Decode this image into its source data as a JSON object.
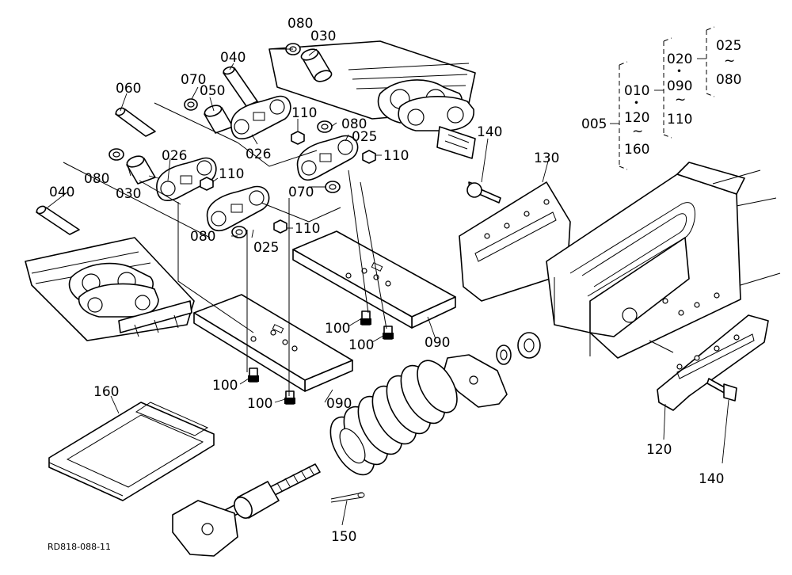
{
  "drawing_code": "RD818-088-11",
  "callouts": {
    "c080a": "080",
    "c030a": "030",
    "c040a": "040",
    "c070a": "070",
    "c050": "050",
    "c060": "060",
    "c110a": "110",
    "c080b": "080",
    "c025a": "025",
    "c026a": "026",
    "c110b": "110",
    "c026b": "026",
    "c080c": "080",
    "c030b": "030",
    "c110c": "110",
    "c070b": "070",
    "c040b": "040",
    "c080d": "080",
    "c110d": "110",
    "c025b": "025",
    "c140a": "140",
    "c130": "130",
    "c100a": "100",
    "c100b": "100",
    "c090a": "090",
    "c100c": "100",
    "c100d": "100",
    "c090b": "090",
    "c160": "160",
    "c120": "120",
    "c140b": "140",
    "c150": "150"
  },
  "tree": {
    "root": "005",
    "level1_top": "010",
    "level1_mid": "120",
    "level1_bot": "160",
    "level2_top": "020",
    "level2_mid": "090",
    "level2_bot": "110",
    "level3_top": "025",
    "level3_bot": "080",
    "dot": "・",
    "tilde": "~"
  }
}
